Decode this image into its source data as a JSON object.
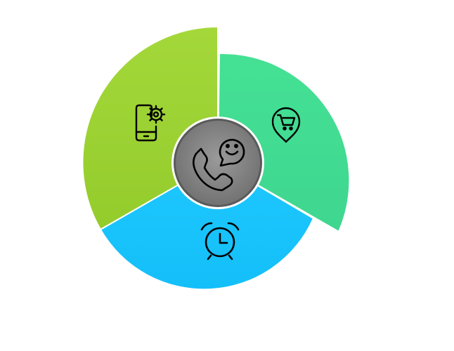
{
  "segments": [
    {
      "id": "mobile-settings",
      "icon": "mobile-settings-icon",
      "color_top": "#a4d83a",
      "color_bottom": "#94cc2c"
    },
    {
      "id": "shopping-location",
      "icon": "shopping-cart-location-icon",
      "color_top": "#44e194",
      "color_bottom": "#3fd690"
    },
    {
      "id": "alarm",
      "icon": "alarm-clock-icon",
      "color_top": "#1ec7fd",
      "color_bottom": "#14bff9"
    }
  ],
  "hub": {
    "icon": "phone-chat-smile-icon",
    "color_outer": "#5a5a5a",
    "color_inner": "#9a9a9a"
  },
  "colors": {
    "background": "#ffffff",
    "icon_stroke": "#000000",
    "separator": "#ffffff"
  }
}
